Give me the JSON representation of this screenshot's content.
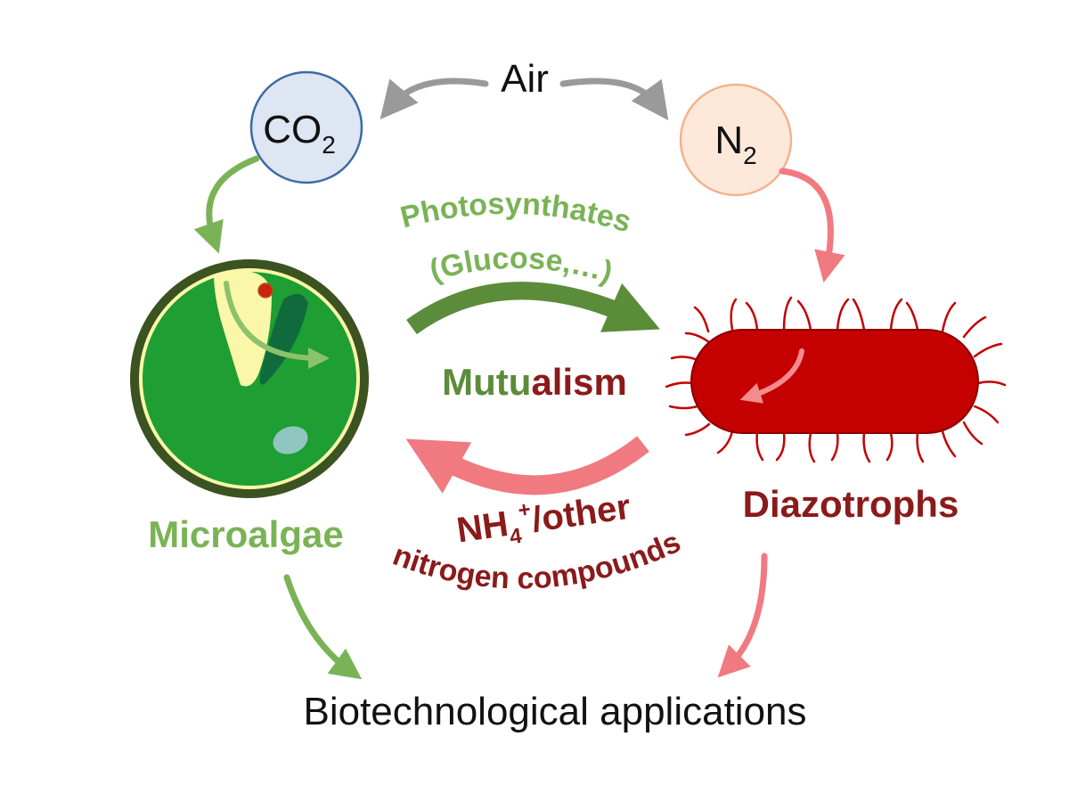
{
  "nodes": {
    "air": "Air",
    "co2": {
      "base": "CO",
      "sub": "2"
    },
    "n2": {
      "base": "N",
      "sub": "2"
    },
    "microalgae": "Microalgae",
    "diazotrophs": "Diazotrophs",
    "applications": "Biotechnological applications"
  },
  "flows": {
    "photosynthates_line1": "Photosynthates",
    "photosynthates_line2": "(Glucose,…)",
    "mutualism_part1": "Mutu",
    "mutualism_part2": "alism",
    "nitrogen_nh": "NH",
    "nitrogen_sub": "4",
    "nitrogen_sup": "+",
    "nitrogen_rest": "/other",
    "nitrogen_line2": "nitrogen compounds"
  },
  "colors": {
    "green_dark": "#5b8c3a",
    "green_light": "#7ab356",
    "red_dark": "#8b1a1a",
    "red_light": "#f07a80",
    "red_cell": "#c40000",
    "grey_arrow": "#9a9a9a",
    "co2_fill": "#dde6f2",
    "co2_stroke": "#3d6aa8",
    "n2_fill": "#fde8da",
    "n2_stroke": "#f2b38c",
    "algae_fill": "#1e9e33",
    "algae_ring": "#3b5320",
    "chloroplast": "#fbf7a8",
    "pyrenoid": "#0f6b3c"
  }
}
